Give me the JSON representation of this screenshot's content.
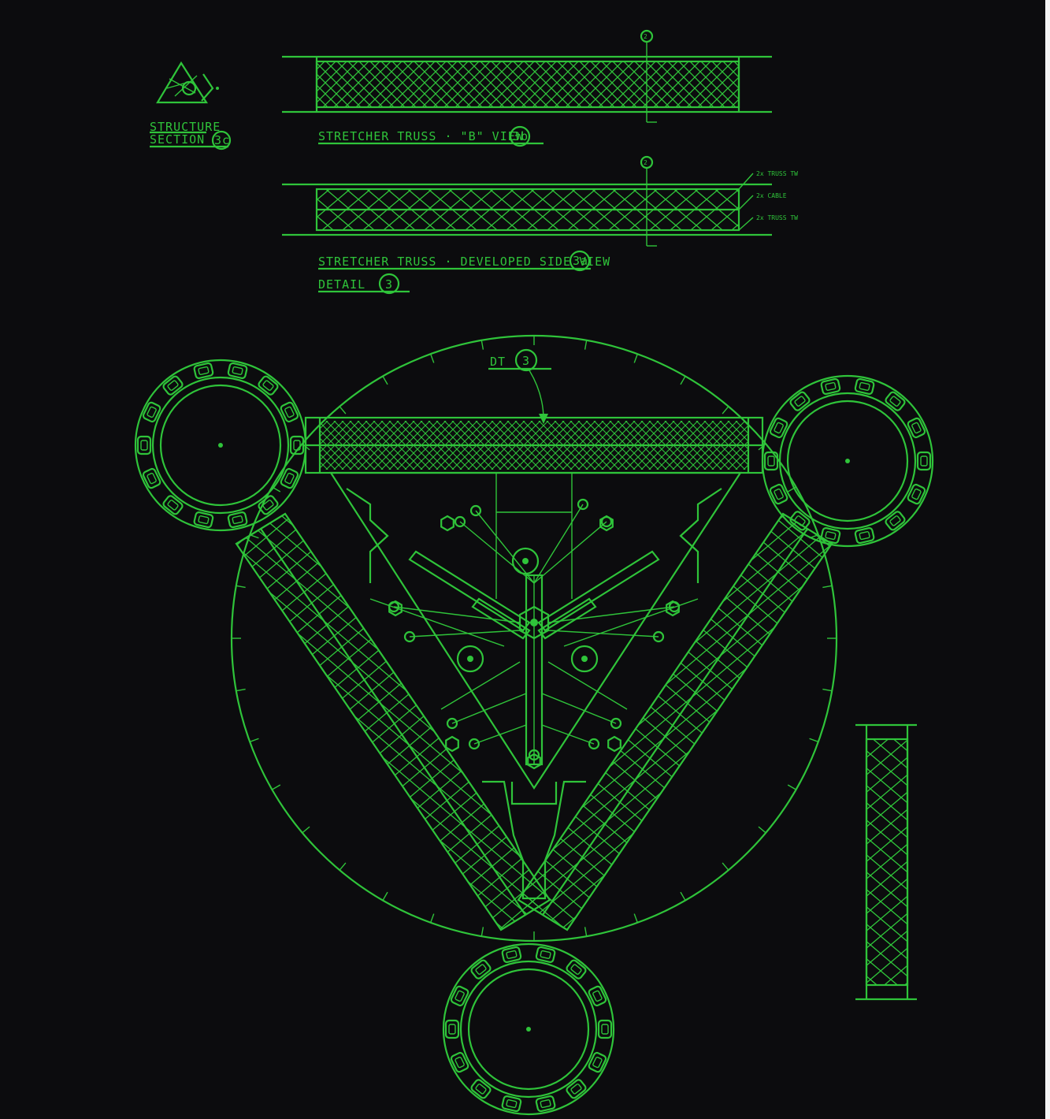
{
  "colors": {
    "background": "#0c0c0e",
    "line": "#2fc43a"
  },
  "labels": {
    "section_title_1": "STRUCTURE",
    "section_title_2": "SECTION",
    "section_ref": "3c",
    "top_view_label": "STRETCHER TRUSS · \"B\" VIEW",
    "top_view_ref": "3b",
    "side_view_label": "STRETCHER TRUSS · DEVELOPED SIDE VIEW",
    "side_view_ref": "3a",
    "detail_label": "DETAIL",
    "detail_ref": "3",
    "plan_ref_prefix": "DT",
    "plan_ref": "3",
    "marker_top_view": "2",
    "marker_side_view": "2",
    "callout_1": "2x TRUSS TW",
    "callout_2": "2x CABLE",
    "callout_3": "2x TRUSS TW"
  }
}
